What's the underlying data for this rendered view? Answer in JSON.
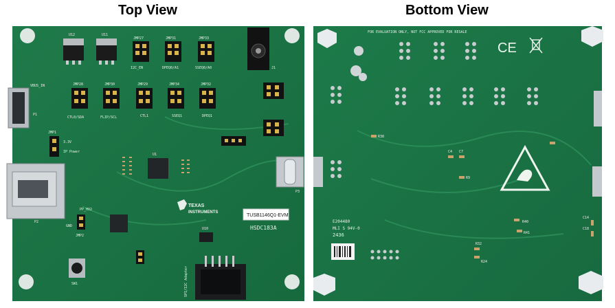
{
  "titles": {
    "top": "Top View",
    "bottom": "Bottom View"
  },
  "top_board": {
    "labels": {
      "u12": "U12",
      "u11": "U11",
      "jmp27": "JMP27",
      "jmp31": "JMP31",
      "jmp33": "JMP33",
      "i2c_en": "I2C_EN",
      "dpeq0_a1": "DPEQ0/A1",
      "sseq0_a0": "SSEQ0/A0",
      "jmp28": "JMP28",
      "jmp30": "JMP30",
      "jmp29": "JMP29",
      "jmp34": "JMP34",
      "jmp32": "JMP32",
      "ctl0_sda": "CTL0/SDA",
      "flip_scl": "FLIP/SCL",
      "ctl1": "CTL1",
      "sseq1": "SSEQ1",
      "dpeq1": "DPEQ1",
      "vbus_in": "VBUS_IN",
      "p1": "P1",
      "p2": "P2",
      "p3": "P3",
      "u1": "U1",
      "jmp1": "JMP1",
      "v33": "3.3V",
      "ip_power": "IP Power",
      "gnd": "GND",
      "pp_hv2": "PP_HV2",
      "jmp2": "JMP2",
      "ti_brand_line1": "TEXAS",
      "ti_brand_line2": "INSTRUMENTS",
      "eval_label": "TUSB1146Q1-EVM",
      "part_code": "HSDC183A",
      "sw1": "SW1",
      "spi_adapter": "SPI/I2C Adapter",
      "u10": "U10",
      "j1": "J1"
    }
  },
  "bottom_board": {
    "labels": {
      "notice": "FOR EVALUATION ONLY, NOT FCC APPROVED FOR RESALE",
      "ce_mark": "CE",
      "lot_code": "E204480",
      "ul_rating": "MLI S 94V-0",
      "date_code": "2436",
      "r38": "R38",
      "c4": "C4",
      "c7": "C7",
      "r9": "R9",
      "r40": "R40",
      "r41": "R41",
      "r32": "R32",
      "r24": "R24",
      "c14": "C14",
      "c18": "C18"
    }
  }
}
